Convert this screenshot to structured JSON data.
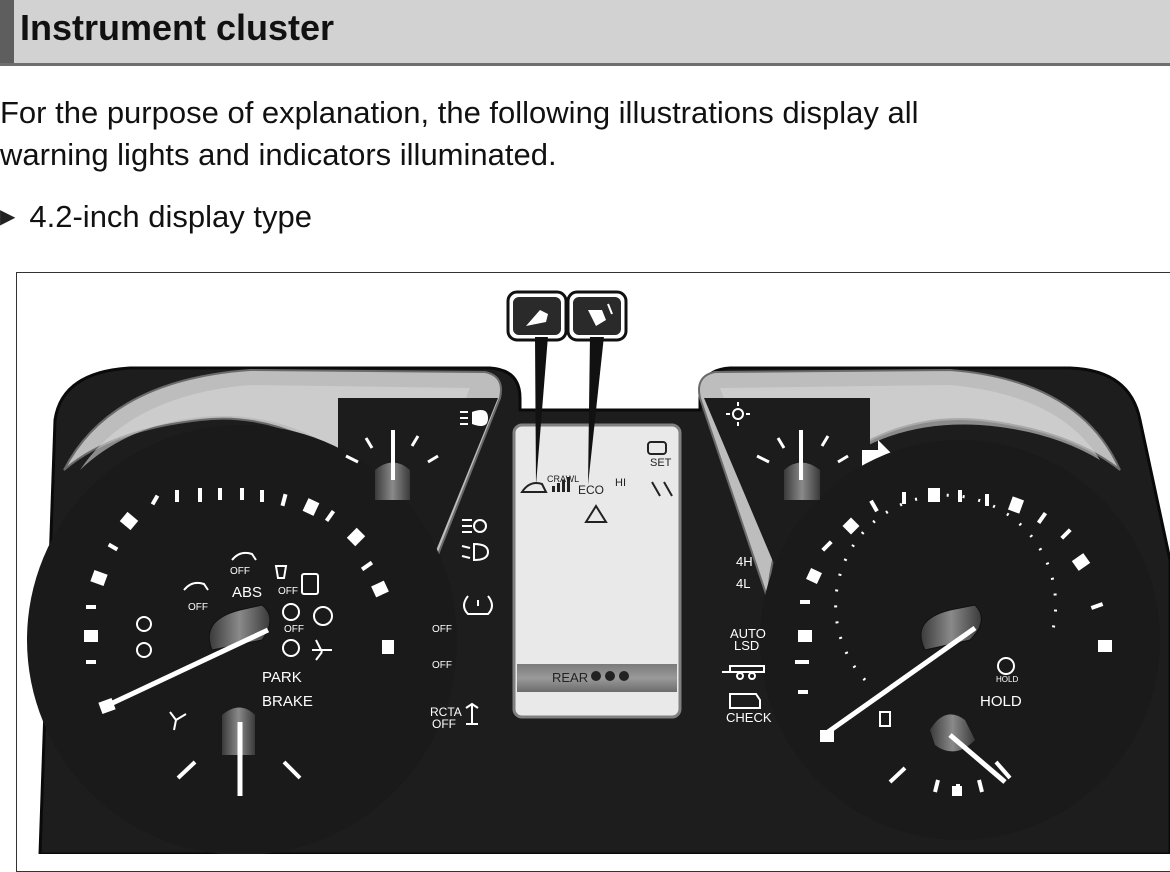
{
  "header": {
    "title": "Instrument cluster"
  },
  "intro": {
    "line1": "For the purpose of explanation, the following illustrations display all",
    "line2": "warning lights and indicators illuminated."
  },
  "subheading": {
    "label": "4.2-inch display type"
  },
  "colors": {
    "header_bg": "#d2d2d2",
    "header_accent": "#5e5e5e",
    "cluster_bg": "#1e1e1e",
    "bezel": "#bcbcbc"
  },
  "left_gauge": {
    "labels": {
      "off1": "OFF",
      "off2": "OFF",
      "off3": "OFF",
      "off4": "OFF",
      "abs": "ABS",
      "park": "PARK",
      "brake": "BRAKE"
    },
    "icons": [
      "headlight-high-beam-icon",
      "slip-off-icon",
      "trac-off-icon",
      "vsc-icon",
      "steering-warning-icon",
      "auto-hold-a-icon",
      "brake-warning-icon",
      "seatbelt-icon",
      "airbag-icon"
    ]
  },
  "center_column": {
    "labels": {
      "p_off": "OFF",
      "cam_off": "OFF",
      "rcta_l1": "RCTA",
      "rcta_l2": "OFF"
    },
    "icons": [
      "auto-high-beam-icon",
      "front-fog-icon",
      "tire-pressure-icon",
      "parking-sensor-icon",
      "trailer-hitch-icon"
    ]
  },
  "display": {
    "crawl": "CRAWL",
    "eco": "ECO",
    "hi": "HI",
    "set": "SET",
    "rear": "REAR",
    "icons": [
      "hill-descent-icon",
      "cruise-set-icon",
      "lane-assist-icon",
      "snow-icon",
      "rear-diff-icon"
    ]
  },
  "callouts": [
    "hill-descent-callout-icon",
    "lane-trace-callout-icon"
  ],
  "right_gauge": {
    "labels": {
      "h4": "4H",
      "l4": "4L",
      "auto": "AUTO",
      "lsd": "LSD",
      "check": "CHECK",
      "hold_small": "HOLD",
      "hold": "HOLD"
    },
    "icons": [
      "sun-icon",
      "trailer-icon",
      "check-engine-icon",
      "brake-hold-icon",
      "fuel-icon"
    ]
  }
}
